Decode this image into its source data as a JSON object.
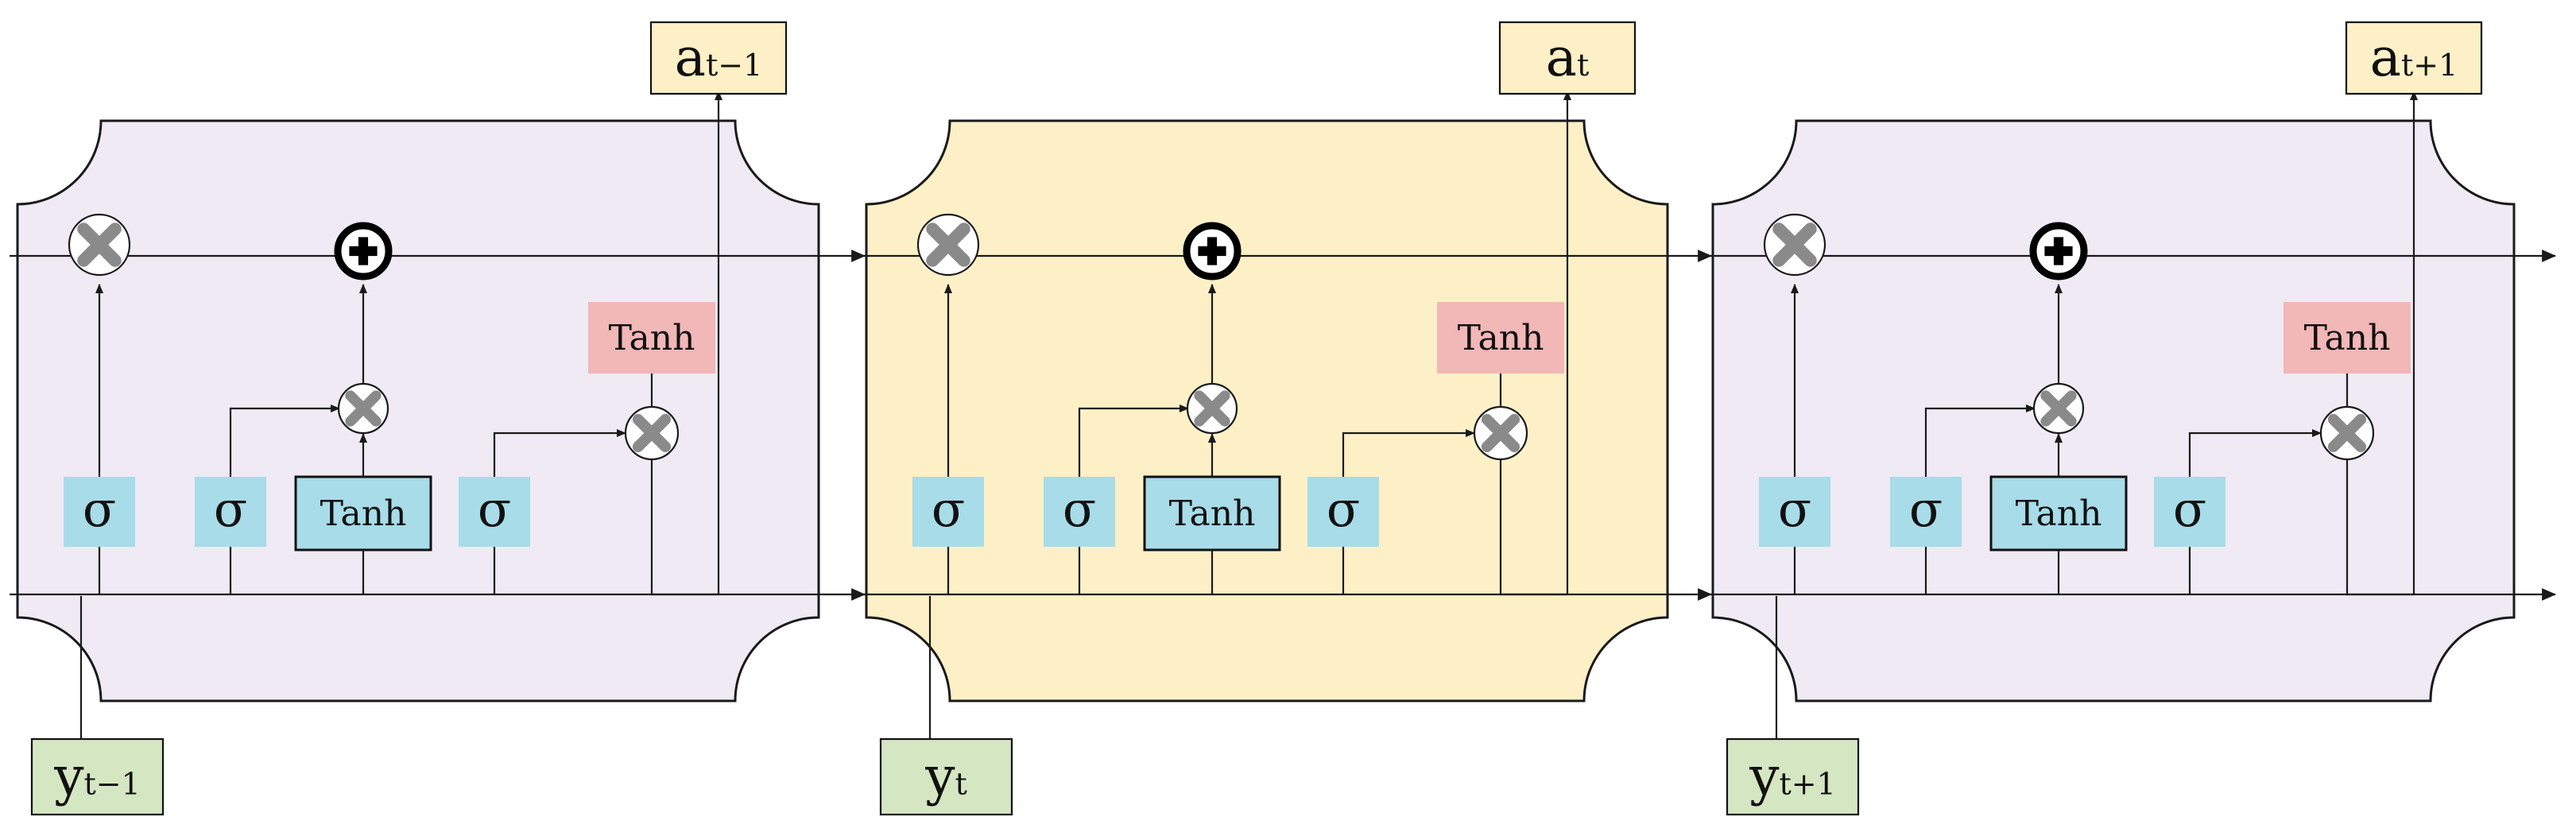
{
  "colors": {
    "cell_purple": "#efeaf4",
    "cell_yellow": "#fdf0c6",
    "sigma_box": "#a7dce8",
    "tanh_top": "#f2b7b7",
    "output_box": "#fdf0c6",
    "input_box": "#d5e6c2",
    "op_gray": "#8a8a8a",
    "line": "#1a1a1a"
  },
  "symbols": {
    "sigma": "σ",
    "tanh": "Tanh"
  },
  "cells": [
    {
      "output": {
        "base": "a",
        "sub": "t−1"
      },
      "input": {
        "base": "y",
        "sub": "t−1"
      },
      "fill": "purple"
    },
    {
      "output": {
        "base": "a",
        "sub": "t"
      },
      "input": {
        "base": "y",
        "sub": "t"
      },
      "fill": "yellow"
    },
    {
      "output": {
        "base": "a",
        "sub": "t+1"
      },
      "input": {
        "base": "y",
        "sub": "t+1"
      },
      "fill": "purple"
    }
  ]
}
